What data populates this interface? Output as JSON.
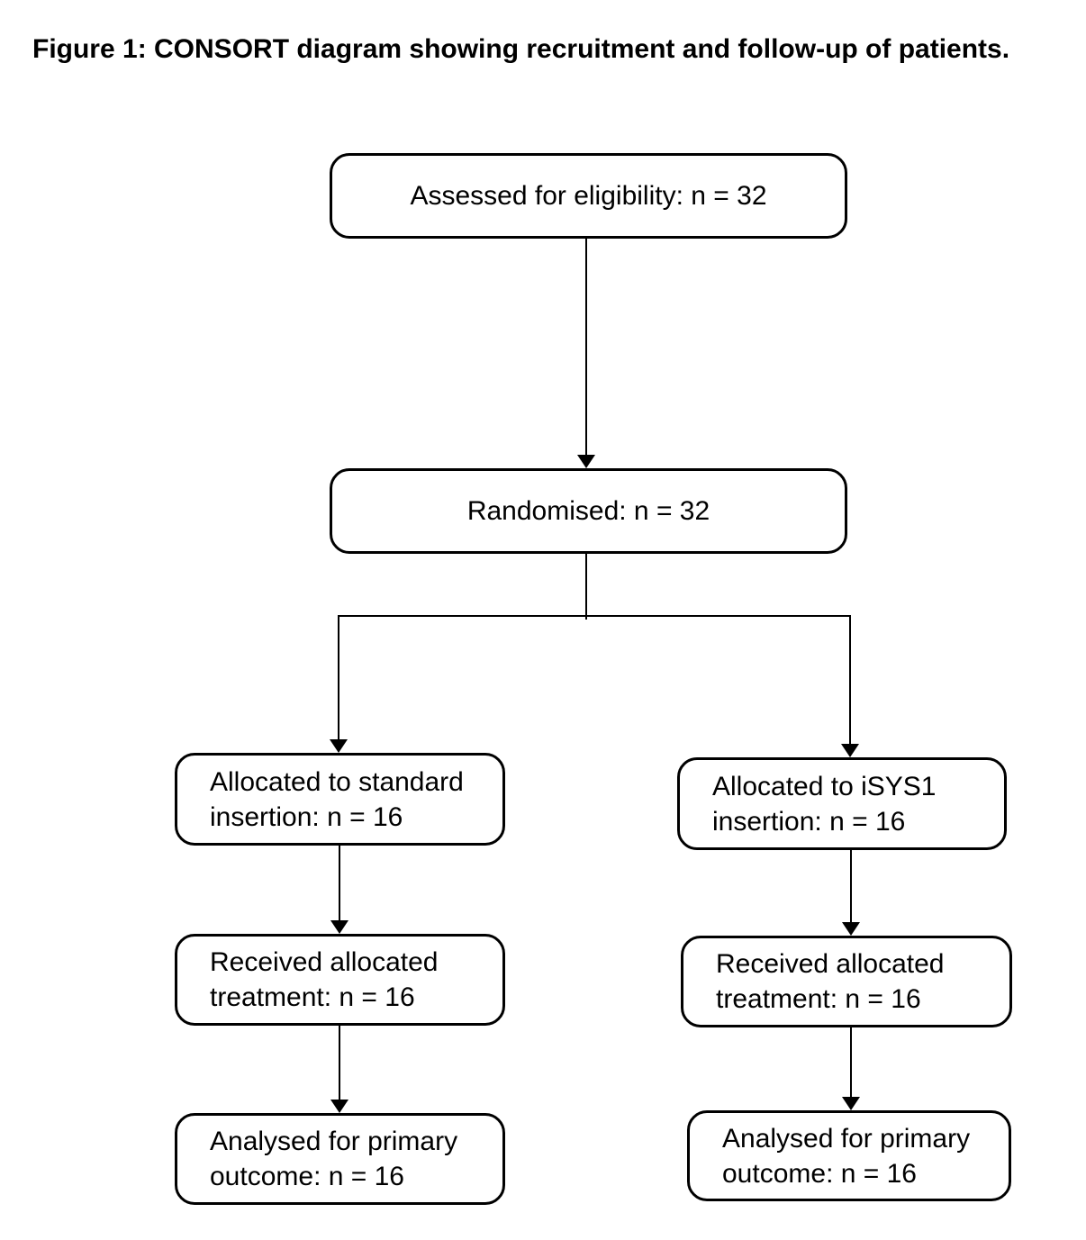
{
  "title": "Figure 1: CONSORT diagram showing recruitment and follow-up of patients.",
  "colors": {
    "ink": "#000000",
    "background": "#ffffff"
  },
  "flowchart": {
    "assessed": {
      "label": "Assessed for eligibility: n = 32"
    },
    "randomised": {
      "label": "Randomised: n = 32"
    },
    "allocated_standard": {
      "line1": "Allocated to standard",
      "line2": "insertion: n = 16"
    },
    "allocated_isys1": {
      "line1": "Allocated to iSYS1",
      "line2": "insertion: n = 16"
    },
    "received_standard": {
      "line1": "Received allocated",
      "line2": "treatment: n = 16"
    },
    "received_isys1": {
      "line1": "Received allocated",
      "line2": "treatment: n = 16"
    },
    "analysed_standard": {
      "line1": "Analysed for primary",
      "line2": "outcome: n = 16"
    },
    "analysed_isys1": {
      "line1": "Analysed for primary",
      "line2": "outcome: n = 16"
    }
  }
}
